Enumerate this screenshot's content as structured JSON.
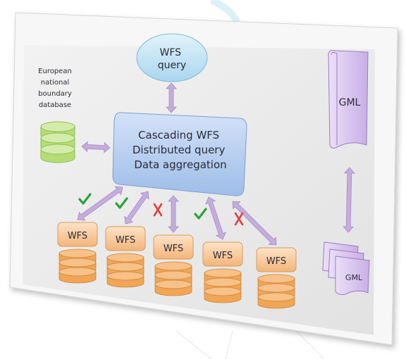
{
  "database_label": [
    "European",
    "national",
    "boundary",
    "database"
  ],
  "wfs_query": [
    "WFS",
    "query"
  ],
  "cascading": [
    "Cascading WFS",
    "Distributed query",
    "Data aggregation"
  ],
  "gml_top": "GML",
  "gml_stack": "GML",
  "wfs_nodes": [
    {
      "label": "WFS",
      "status": "ok"
    },
    {
      "label": "WFS",
      "status": "ok"
    },
    {
      "label": "WFS",
      "status": "fail"
    },
    {
      "label": "WFS",
      "status": "ok"
    },
    {
      "label": "WFS",
      "status": "fail"
    }
  ],
  "colors": {
    "panel": "#ebebeb",
    "wfs_query_fill": "#bfe3f4",
    "cascading_fill": "#b3cdf0",
    "gml_fill": "#d9c4ee",
    "db_green": "#b6dc78",
    "node_orange": "#f6c89a",
    "disk_orange": "#f0a655",
    "arrow": "#c4acdc",
    "check": "#2ea03a",
    "cross": "#e04040"
  }
}
